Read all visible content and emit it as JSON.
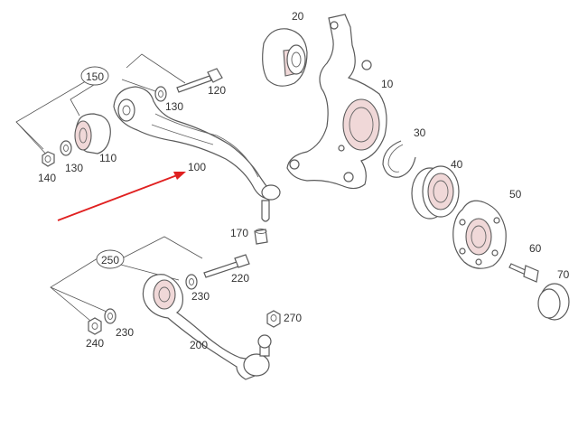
{
  "colors": {
    "line": "#5a5a5a",
    "shade": "#f0d8d8",
    "arrow": "#e02020",
    "text": "#333333"
  },
  "labels": {
    "l10": "10",
    "l20": "20",
    "l30": "30",
    "l40": "40",
    "l50": "50",
    "l60": "60",
    "l70": "70",
    "l100": "100",
    "l110": "110",
    "l120": "120",
    "l130a": "130",
    "l130b": "130",
    "l140": "140",
    "l150": "150",
    "l170": "170",
    "l200": "200",
    "l220": "220",
    "l230a": "230",
    "l230b": "230",
    "l240": "240",
    "l250": "250",
    "l270": "270"
  }
}
